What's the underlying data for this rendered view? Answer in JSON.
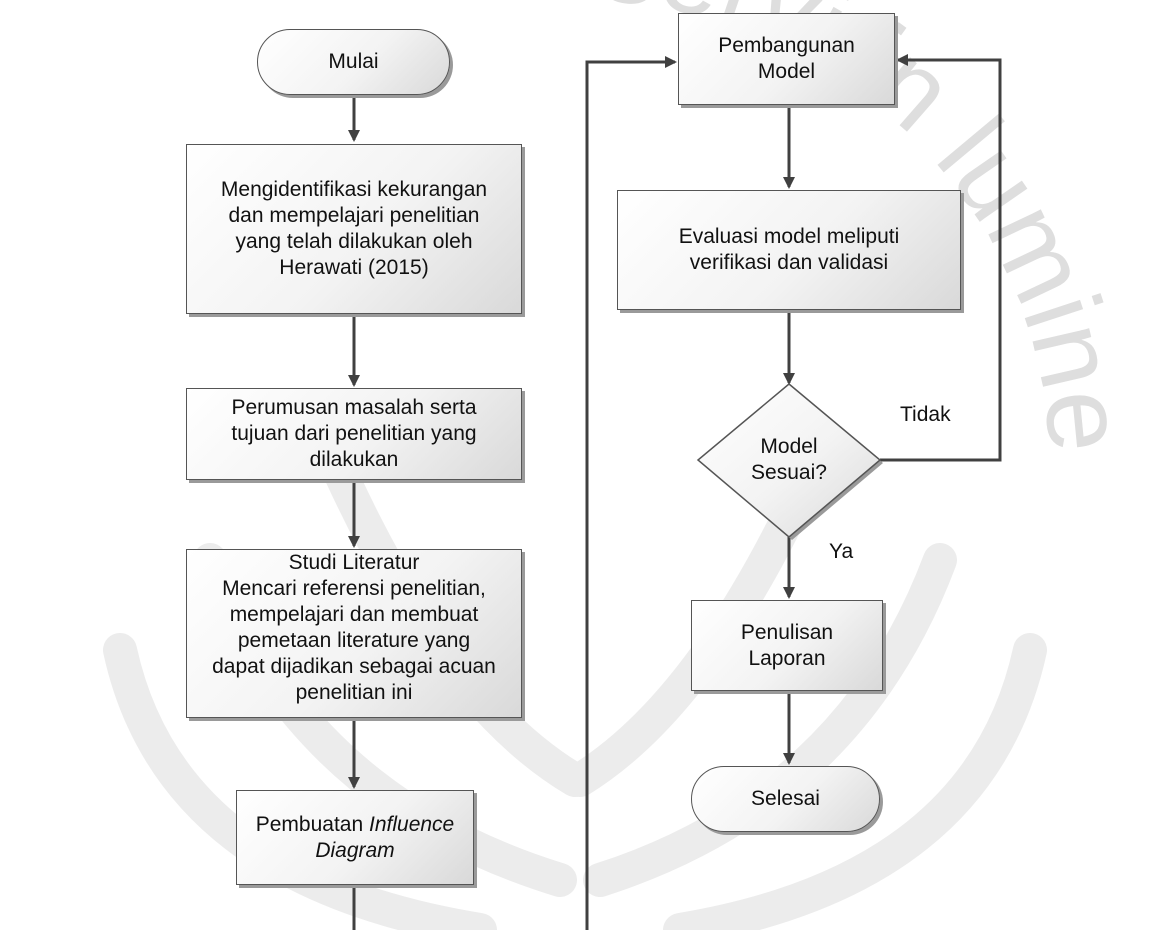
{
  "watermark": {
    "text": "servi in lumine veritatis"
  },
  "nodes": {
    "mulai": "Mulai",
    "identifikasi": [
      "Mengidentifikasi kekurangan",
      "dan mempelajari penelitian",
      "yang telah dilakukan oleh",
      "Herawati (2015)"
    ],
    "perumusan": [
      "Perumusan masalah serta",
      "tujuan dari penelitian yang",
      "dilakukan"
    ],
    "studi": [
      "Studi Literatur",
      "Mencari referensi penelitian,",
      "mempelajari dan membuat",
      "pemetaan literature yang",
      "dapat dijadikan sebagai acuan",
      "penelitian ini"
    ],
    "pembuatan": {
      "prefix": "Pembuatan ",
      "italic1": "Influence",
      "italic2": "Diagram"
    },
    "pembangunan": [
      "Pembangunan",
      "Model"
    ],
    "evaluasi": [
      "Evaluasi model meliputi",
      "verifikasi dan validasi"
    ],
    "decision": [
      "Model",
      "Sesuai?"
    ],
    "penulisan": [
      "Penulisan",
      "Laporan"
    ],
    "selesai": "Selesai"
  },
  "edge_labels": {
    "tidak": "Tidak",
    "ya": "Ya"
  }
}
